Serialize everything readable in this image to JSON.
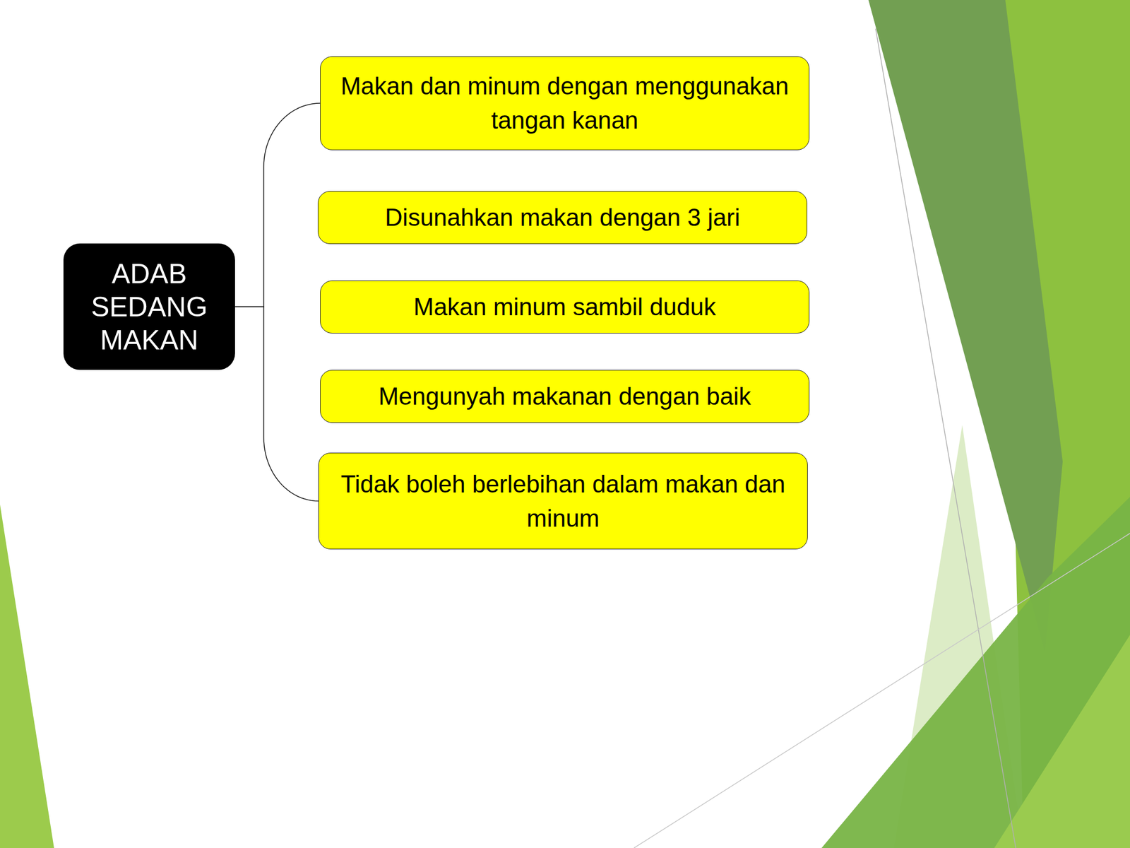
{
  "diagram": {
    "nodes": [
      {
        "text": [
          "ADAB SEDANG MAKAN"
        ]
      },
      {
        "text": [
          "Makan dan minum dengan menggunakan tangan kanan"
        ]
      },
      {
        "text": [
          "Disunahkan makan dengan 3 jari"
        ]
      },
      {
        "text": [
          "Makan minum sambil duduk"
        ]
      },
      {
        "text": [
          "Mengunyah makanan dengan baik"
        ]
      },
      {
        "text": [
          "Tidak boleh berlebihan dalam makan dan minum"
        ]
      }
    ],
    "edges": [
      {
        "from": 0,
        "to": 1,
        "arrow": "none"
      },
      {
        "from": 0,
        "to": 5,
        "arrow": "none"
      }
    ]
  }
}
